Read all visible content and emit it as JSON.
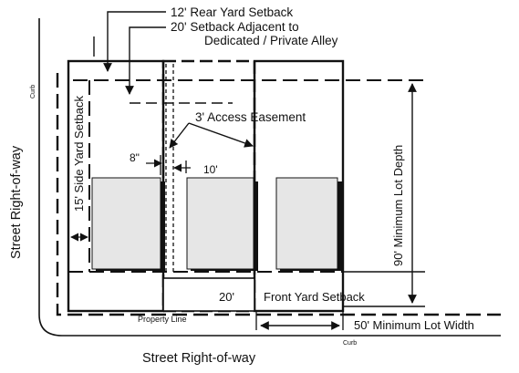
{
  "colors": {
    "ink": "#111111",
    "building_fill": "#e6e6e6",
    "background": "#ffffff"
  },
  "labels": {
    "rear_setback": "12'  Rear Yard Setback",
    "alley_setback_1": "20'  Setback Adjacent to",
    "alley_setback_2": "Dedicated / Private Alley",
    "side_setback": "15' Side Yard Setback",
    "access_easement": "3'  Access Easement",
    "gap_8": "8\"",
    "gap_10": "10'",
    "front_20": "20'",
    "front_setback": "Front Yard Setback",
    "lot_depth": "90' Minimum Lot Depth",
    "lot_width": "50' Minimum Lot Width",
    "property_line": "Property Line",
    "curb_top": "Curb",
    "curb_bottom": "Curb",
    "street_left": "Street Right-of-way",
    "street_bottom": "Street Right-of-way"
  }
}
